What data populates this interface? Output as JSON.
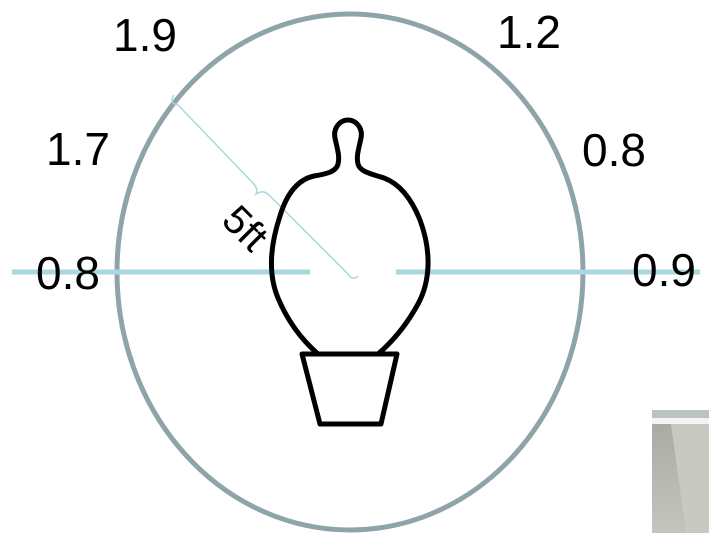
{
  "diagram": {
    "radius_label": "5ft",
    "readings": {
      "top_left": "1.9",
      "top_right": "1.2",
      "upper_left": "1.7",
      "upper_right": "0.8",
      "left": "0.8",
      "right": "0.9"
    },
    "colors": {
      "ellipse_stroke": "#8fa4a8",
      "axis_line": "#a8d8dc",
      "radius_guide": "#a8d8dc",
      "plant_outline": "#000000"
    }
  },
  "icons": {
    "plant": "potted-plant-icon",
    "photo": "photo-thumbnail"
  }
}
